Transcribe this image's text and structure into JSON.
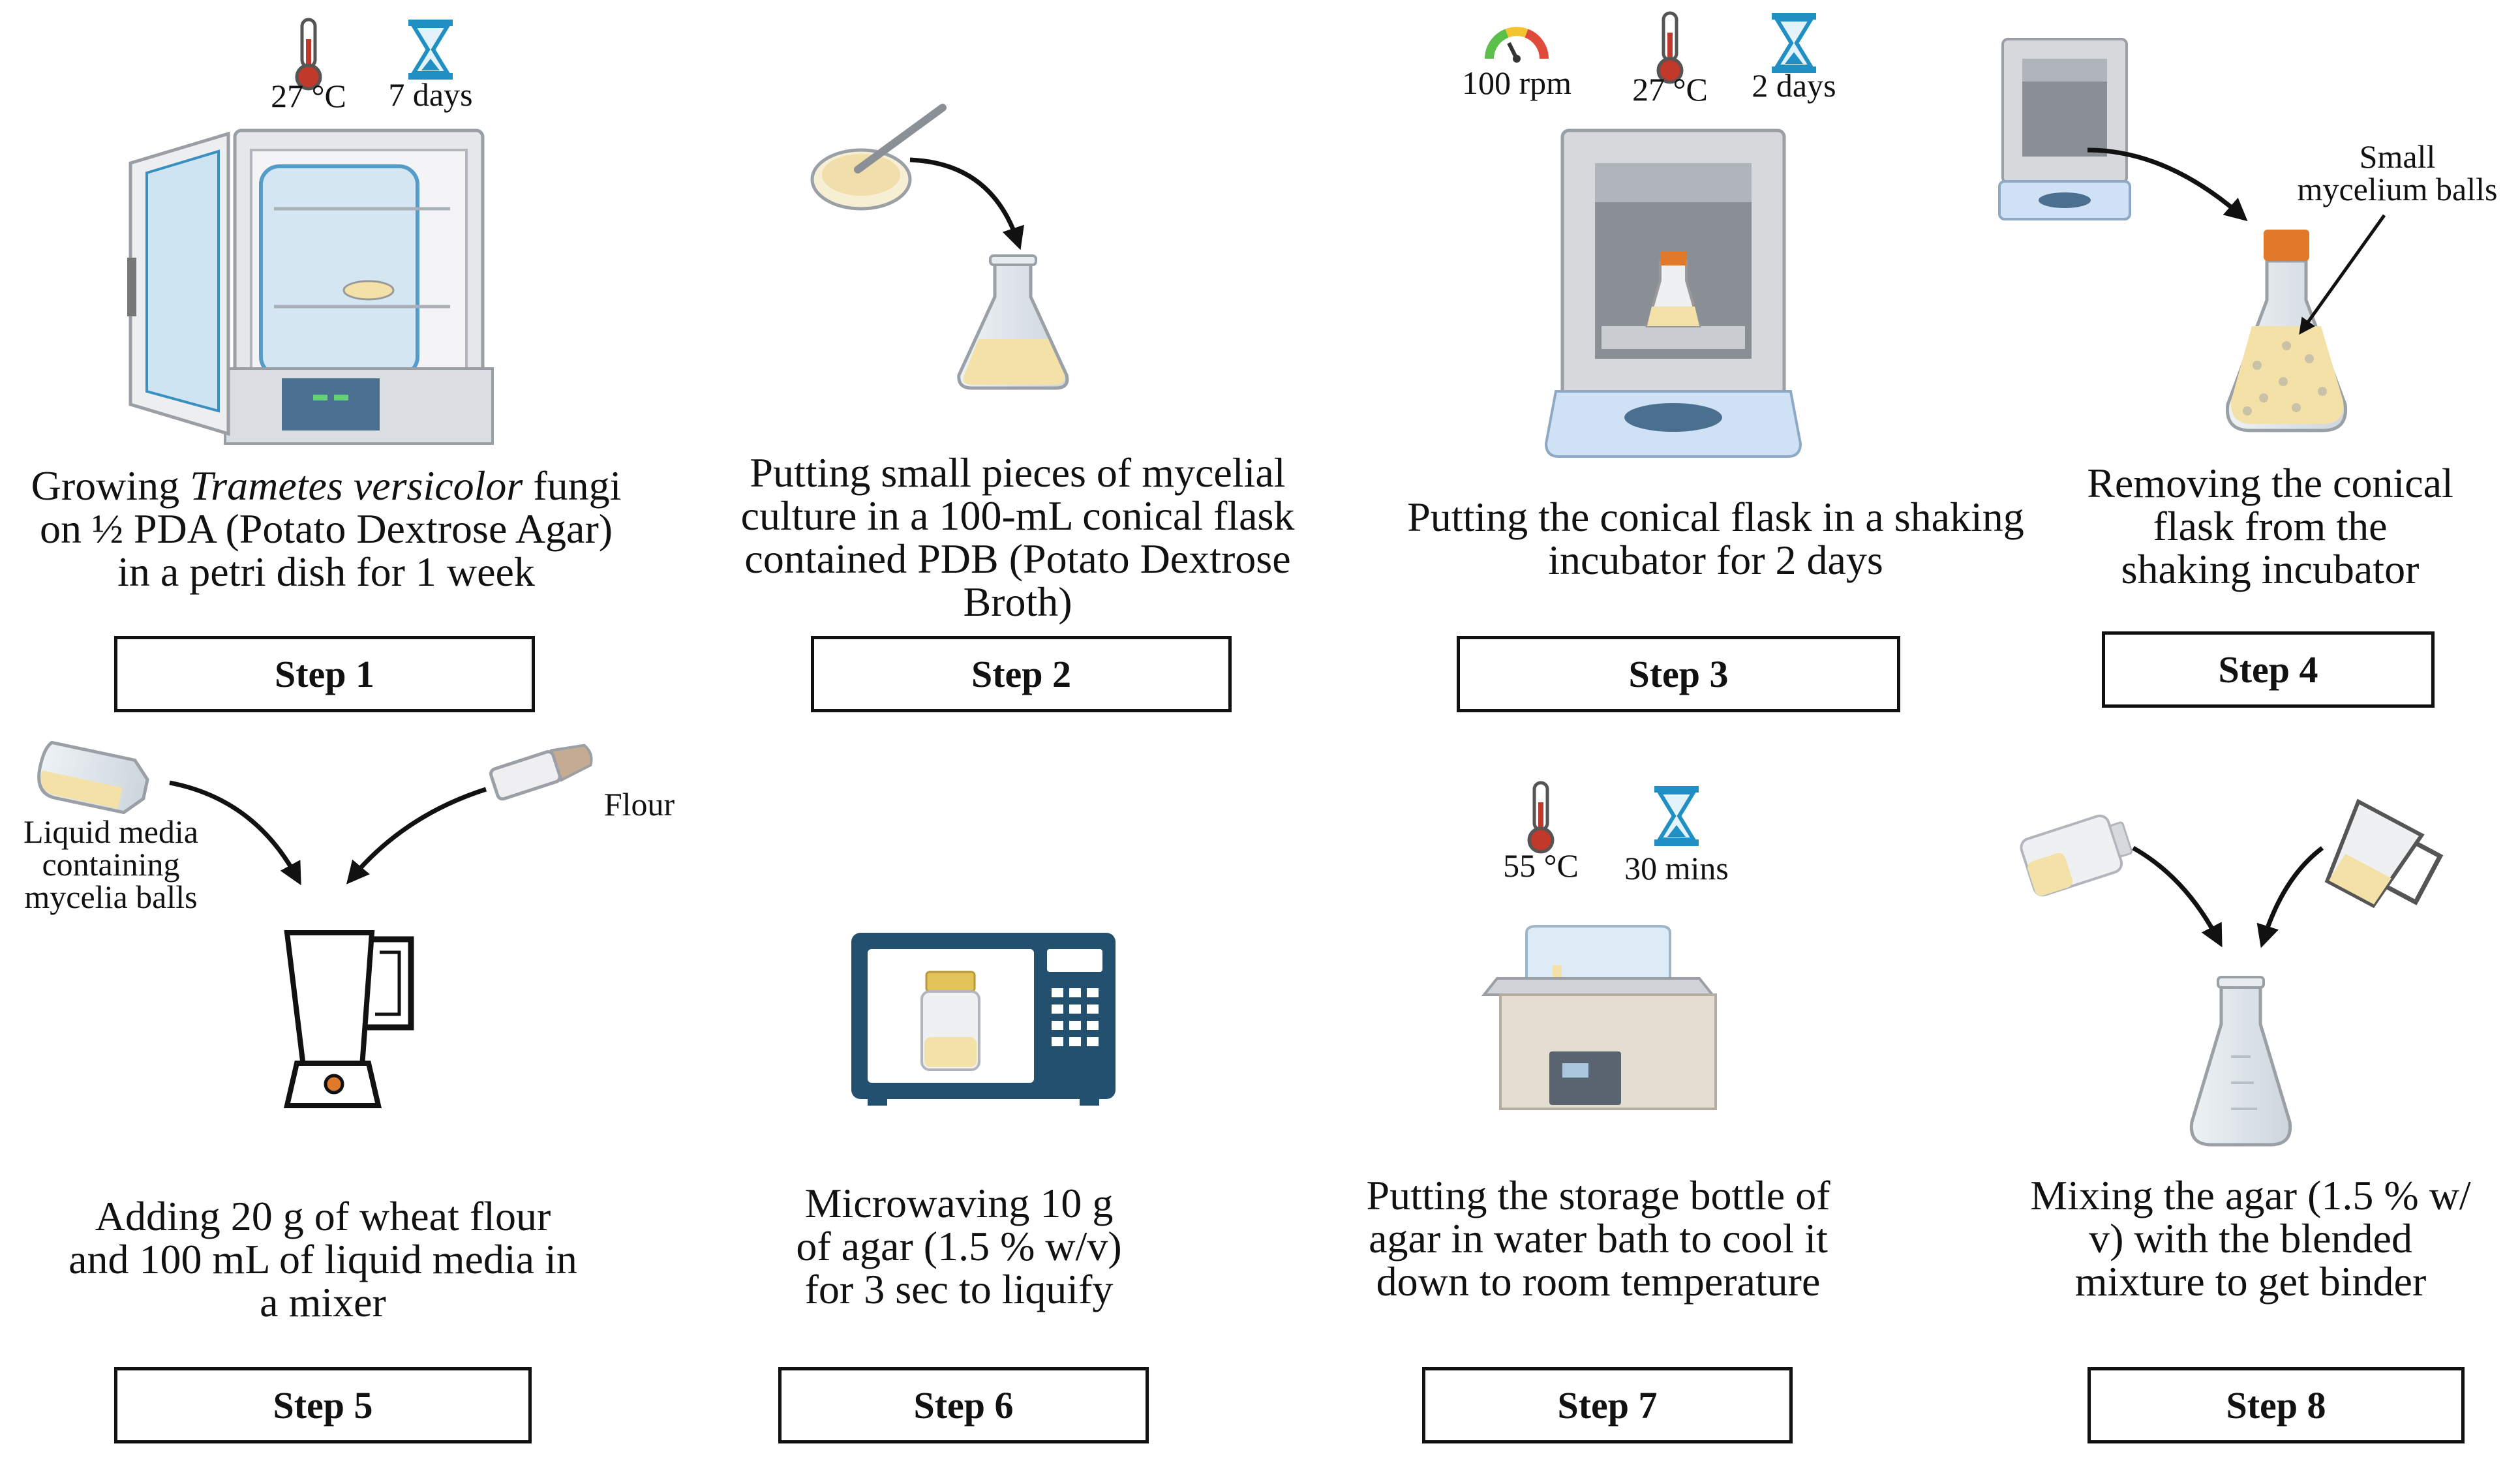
{
  "colors": {
    "outline": "#111111",
    "thermometer": "#c0392b",
    "hourglass": "#1f8fc4",
    "navy": "#24506f",
    "incubator_gray": "#d6d8dc",
    "broth": "#f3e1a8",
    "cap": "#e07a2a"
  },
  "steps": [
    {
      "id": "1",
      "label": "Step 1",
      "lines": [
        "Growing <i>Trametes versicolor</i> fungi",
        "on ½ PDA (Potato Dextrose Agar)",
        "in a petri dish for 1 week"
      ],
      "conditions": [
        "27 °C",
        "7 days"
      ],
      "icons": [
        "thermometer-icon",
        "hourglass-icon",
        "incubator-icon",
        "petri-dish-icon"
      ]
    },
    {
      "id": "2",
      "label": "Step 2",
      "lines": [
        "Putting small pieces of mycelial",
        "culture in a 100-mL conical flask",
        "contained PDB (Potato Dextrose",
        "Broth)"
      ],
      "icons": [
        "petri-dish-icon",
        "arrow-icon",
        "conical-flask-icon"
      ]
    },
    {
      "id": "3",
      "label": "Step 3",
      "lines": [
        "Putting the conical flask in a shaking",
        "incubator for 2 days"
      ],
      "conditions": [
        "100 rpm",
        "27 °C",
        "2 days"
      ],
      "icons": [
        "speed-gauge-icon",
        "thermometer-icon",
        "hourglass-icon",
        "shaking-incubator-icon"
      ]
    },
    {
      "id": "4",
      "label": "Step 4",
      "lines": [
        "Removing the conical",
        "flask from the",
        "shaking incubator"
      ],
      "annotation": [
        "Small",
        "mycelium balls"
      ],
      "icons": [
        "shaking-incubator-icon",
        "arrow-icon",
        "conical-flask-icon"
      ]
    },
    {
      "id": "5",
      "label": "Step 5",
      "lines": [
        "Adding 20 g of wheat flour",
        "and 100 mL of liquid media in",
        "a mixer"
      ],
      "labels": {
        "left": [
          "Liquid media",
          "containing",
          "mycelia balls"
        ],
        "right": [
          "Flour"
        ]
      },
      "icons": [
        "flask-icon",
        "tube-icon",
        "blender-icon"
      ]
    },
    {
      "id": "6",
      "label": "Step 6",
      "lines": [
        "Microwaving 10 g",
        "of agar (1.5 % w/v)",
        "for 3 sec to liquify"
      ],
      "icons": [
        "microwave-icon",
        "storage-bottle-icon"
      ]
    },
    {
      "id": "7",
      "label": "Step 7",
      "lines": [
        "Putting the storage bottle of",
        "agar in water bath to cool it",
        "down to room temperature"
      ],
      "conditions": [
        "55 °C",
        "30 mins"
      ],
      "icons": [
        "thermometer-icon",
        "hourglass-icon",
        "water-bath-icon"
      ]
    },
    {
      "id": "8",
      "label": "Step 8",
      "lines": [
        "Mixing the agar (1.5 % w/",
        "v) with the blended",
        "mixture to get binder"
      ],
      "icons": [
        "bottle-icon",
        "jug-icon",
        "conical-flask-icon"
      ]
    }
  ]
}
